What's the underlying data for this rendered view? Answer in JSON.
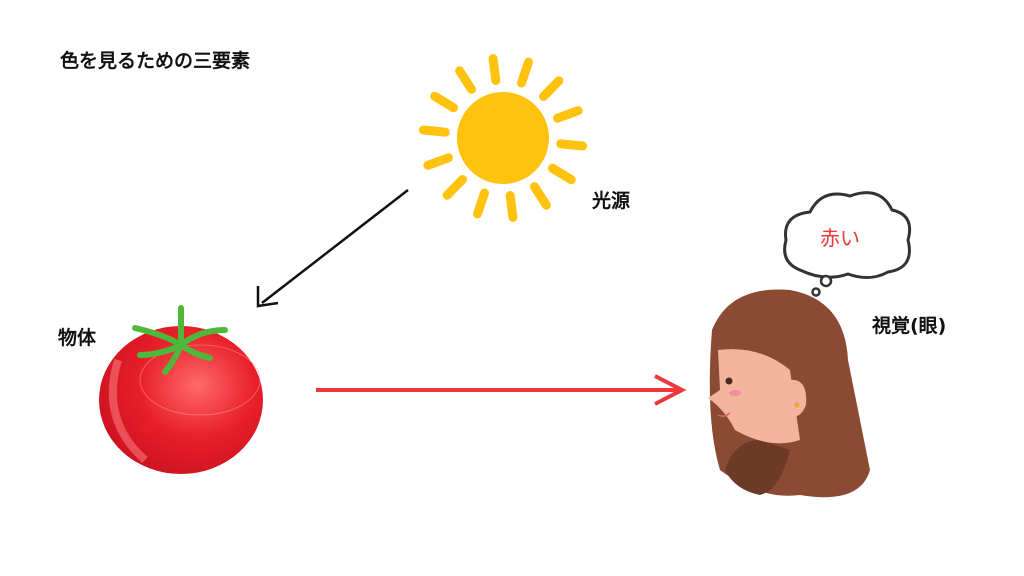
{
  "title": "色を見るための三要素",
  "labels": {
    "light_source": "光源",
    "object": "物体",
    "vision": "視覚(眼)"
  },
  "thought": "赤い",
  "colors": {
    "sun": "#ffc20e",
    "tomato": "#e8202a",
    "red_arrow": "#f0383c",
    "hair": "#8b4a32",
    "skin": "#f3b49c"
  }
}
